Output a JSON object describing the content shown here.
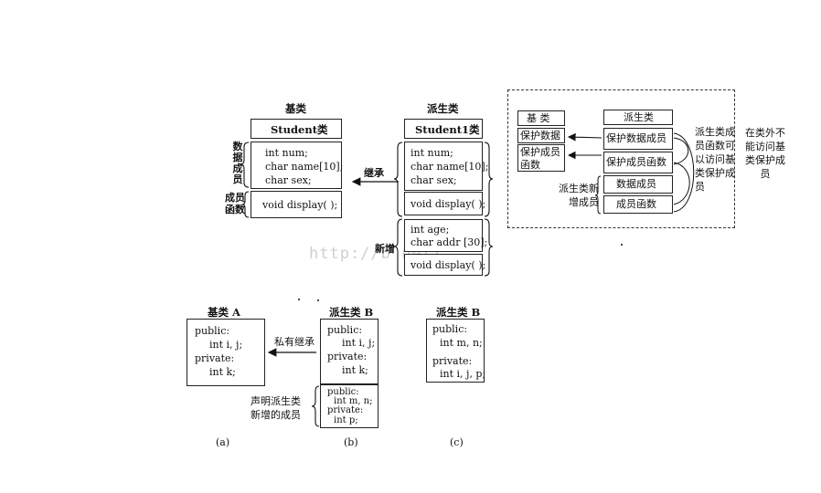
{
  "watermark": "http://b          net/",
  "top_left": {
    "base_title": "基类",
    "derived_title": "派生类",
    "base_class_name": "Student类",
    "derived_class_name": "Student1类",
    "base_data": [
      "int num;",
      "char name[10];",
      "char sex;"
    ],
    "base_func": "void display( );",
    "derived_data": [
      "int num;",
      "char name[10];",
      "char sex;"
    ],
    "derived_func": "void display( );",
    "new_data": [
      "int age;",
      "char addr [30];"
    ],
    "new_func": "void display( );",
    "label_data": "数据成员",
    "label_func": "成员函数",
    "label_inherit": "继承",
    "label_new": "新增"
  },
  "top_right": {
    "base_title": "基 类",
    "base_items": [
      "保护数据",
      "保护成员函数"
    ],
    "derived_title": "派生类",
    "derived_items": [
      "保护数据成员",
      "保护成员函数",
      "数据成员",
      "成员函数"
    ],
    "new_label": "派生类新增成员",
    "right_note": "派生类成员函数可以访问基类保护成员",
    "outside_note": "在类外不能访问基类保护成员"
  },
  "bottom": {
    "a_title": "基类 A",
    "a_lines": [
      "public:",
      "int i, j;",
      "private:",
      "int  k;"
    ],
    "b_title": "派生类 B",
    "b_lines_top": [
      "public:",
      "int i, j;",
      "private:",
      "int  k;"
    ],
    "b_lines_new": [
      "public:",
      "int m, n;",
      "private:",
      "int p;"
    ],
    "arrow_label": "私有继承",
    "b_note": "声明派生类新增的成员",
    "c_title": "派生类 B",
    "c_lines": [
      "public:",
      "int  m, n;",
      "private:",
      "int i, j, p;"
    ],
    "caption_a": "(a)",
    "caption_b": "(b)",
    "caption_c": "(c)"
  }
}
